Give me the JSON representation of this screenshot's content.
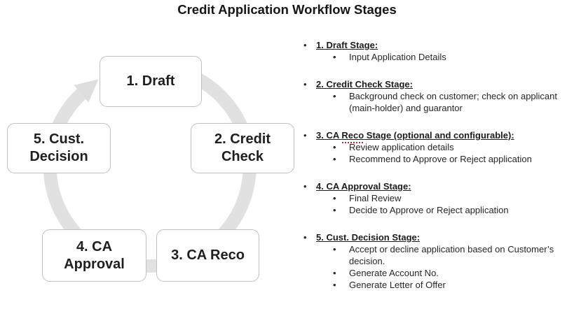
{
  "title": "Credit Application Workflow Stages",
  "bullet": "•",
  "diagram": {
    "ring_color": "#e1e1e1",
    "arrow_color": "#dedede",
    "node_border_color": "#c0c0c0",
    "nodes": [
      {
        "id": "draft",
        "label": "1. Draft"
      },
      {
        "id": "credit-check",
        "label": "2. Credit\nCheck"
      },
      {
        "id": "ca-reco",
        "label": "3. CA Reco"
      },
      {
        "id": "ca-approval",
        "label": "4. CA\nApproval"
      },
      {
        "id": "cust-decision",
        "label": "5. Cust.\nDecision"
      }
    ]
  },
  "stages": [
    {
      "title": "1. Draft Stage:",
      "items": [
        "Input Application Details"
      ]
    },
    {
      "title": "2. Credit Check Stage:",
      "items": [
        "Background check on customer; check on applicant (main-holder) and guarantor"
      ]
    },
    {
      "title_pre": "3. CA ",
      "title_word": "Reco",
      "title_post": " Stage (optional and configurable):",
      "items": [
        "Review application details",
        "Recommend to Approve or Reject application"
      ]
    },
    {
      "title": "4. CA Approval Stage:",
      "items": [
        "Final Review",
        "Decide to Approve or Reject application"
      ]
    },
    {
      "title": "5. Cust. Decision Stage:",
      "items": [
        "Accept or decline application based on Customer’s decision.",
        "Generate Account No.",
        "Generate Letter of Offer"
      ]
    }
  ]
}
